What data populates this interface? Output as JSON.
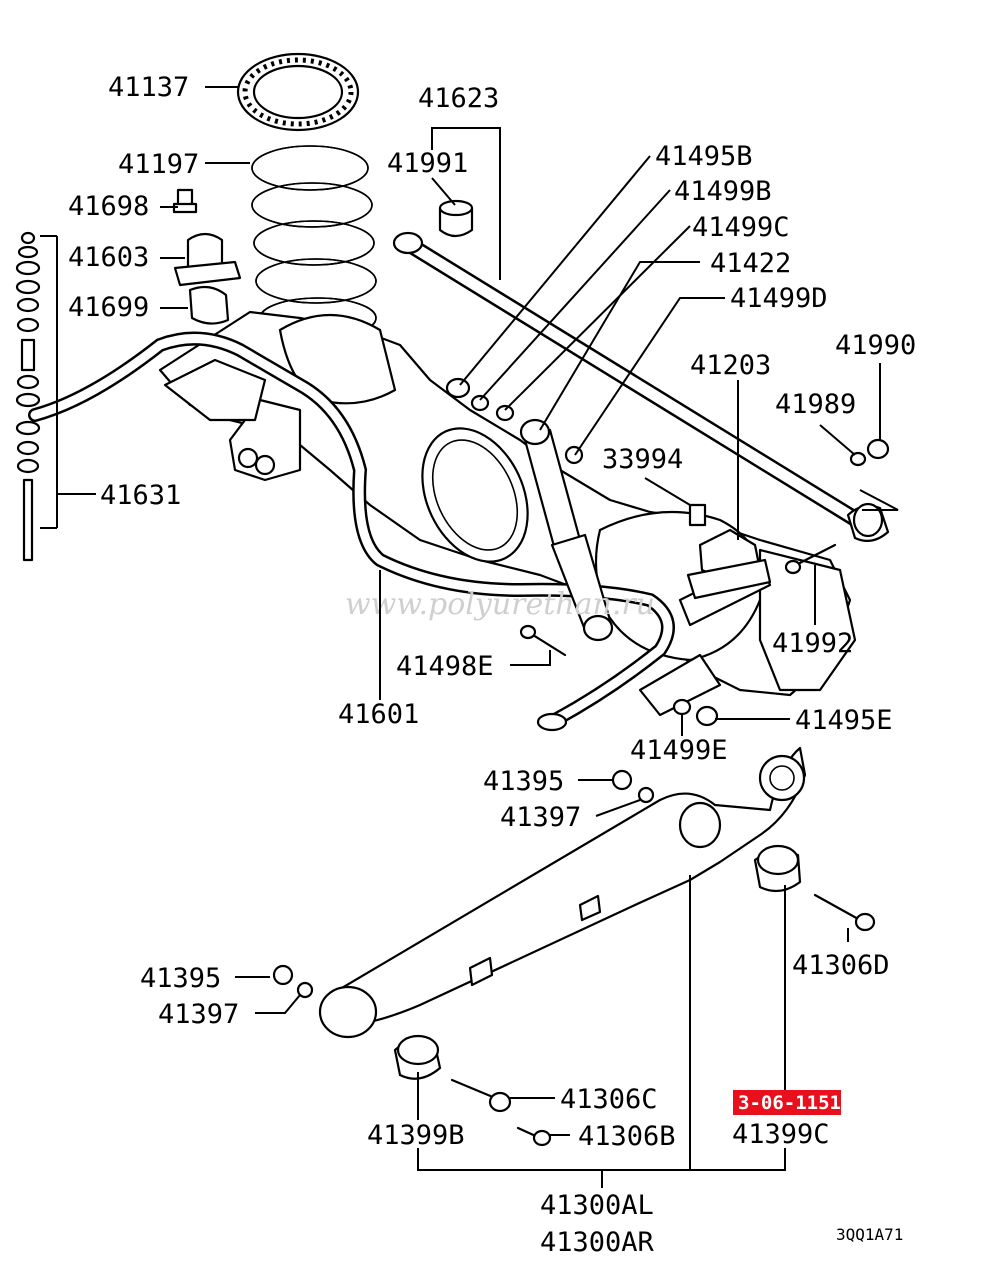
{
  "labels": {
    "p41137": "41137",
    "p41623": "41623",
    "p41197": "41197",
    "p41991": "41991",
    "p41495B": "41495B",
    "p41698": "41698",
    "p41499B": "41499B",
    "p41499C": "41499C",
    "p41603": "41603",
    "p41422": "41422",
    "p41699": "41699",
    "p41499D": "41499D",
    "p41990": "41990",
    "p41203": "41203",
    "p41989": "41989",
    "p33994": "33994",
    "p41631": "41631",
    "p41992": "41992",
    "p41498E": "41498E",
    "p41601": "41601",
    "p41495E": "41495E",
    "p41499E": "41499E",
    "p41395a": "41395",
    "p41397a": "41397",
    "p41306D": "41306D",
    "p41395b": "41395",
    "p41397b": "41397",
    "p41306C": "41306C",
    "p41399B": "41399B",
    "p41306B": "41306B",
    "p41399C": "41399C",
    "p41300AL": "41300AL",
    "p41300AR": "41300AR"
  },
  "highlight": {
    "text": "3-06-1151",
    "color": "#e8101c"
  },
  "diagram_code": "3QQ1A71",
  "watermark": "www.polyurethan.ru"
}
